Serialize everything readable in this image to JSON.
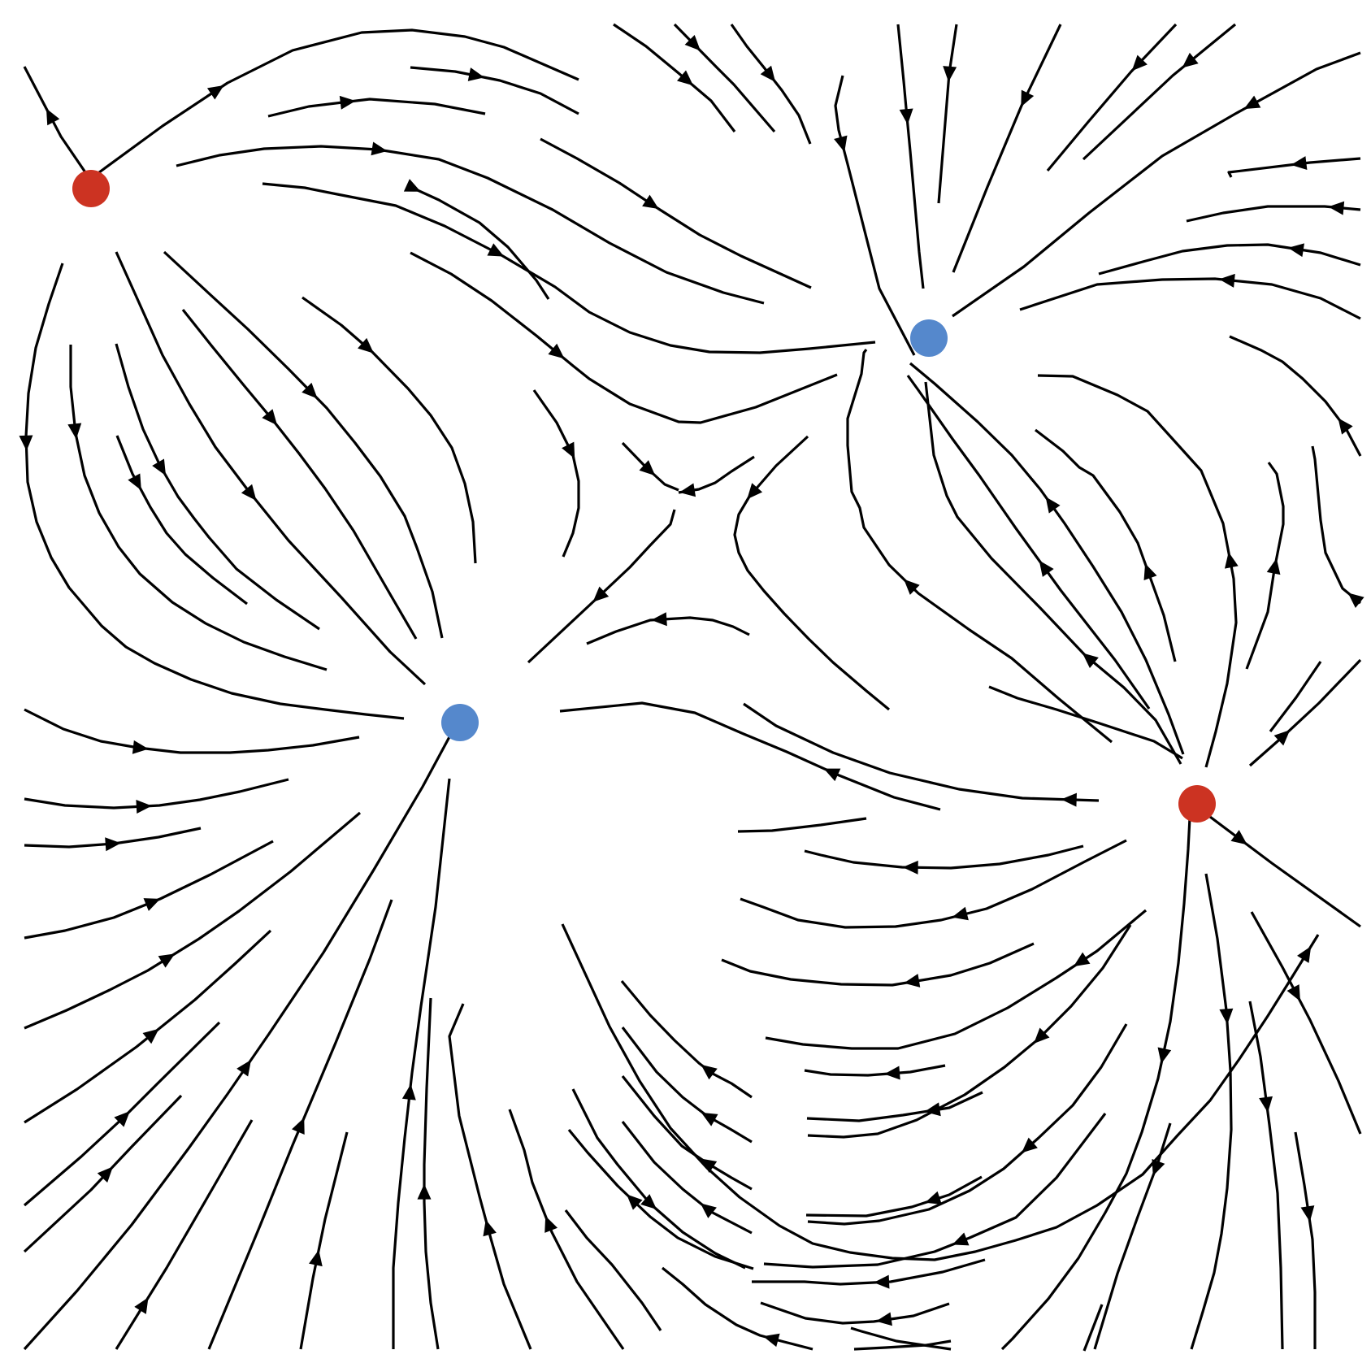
{
  "diagram": {
    "type": "streamline-phase-portrait",
    "colors": {
      "background": "#ffffff",
      "stream": "#000000",
      "source_point": "#cc3322",
      "sink_point": "#5588cc"
    },
    "fixed_points": [
      {
        "kind": "source",
        "color": "#cc3322"
      },
      {
        "kind": "sink",
        "color": "#5588cc"
      },
      {
        "kind": "sink",
        "color": "#5588cc"
      },
      {
        "kind": "source",
        "color": "#cc3322"
      }
    ],
    "saddle_point": true,
    "axes_shown": false,
    "text_labels_shown": false
  }
}
